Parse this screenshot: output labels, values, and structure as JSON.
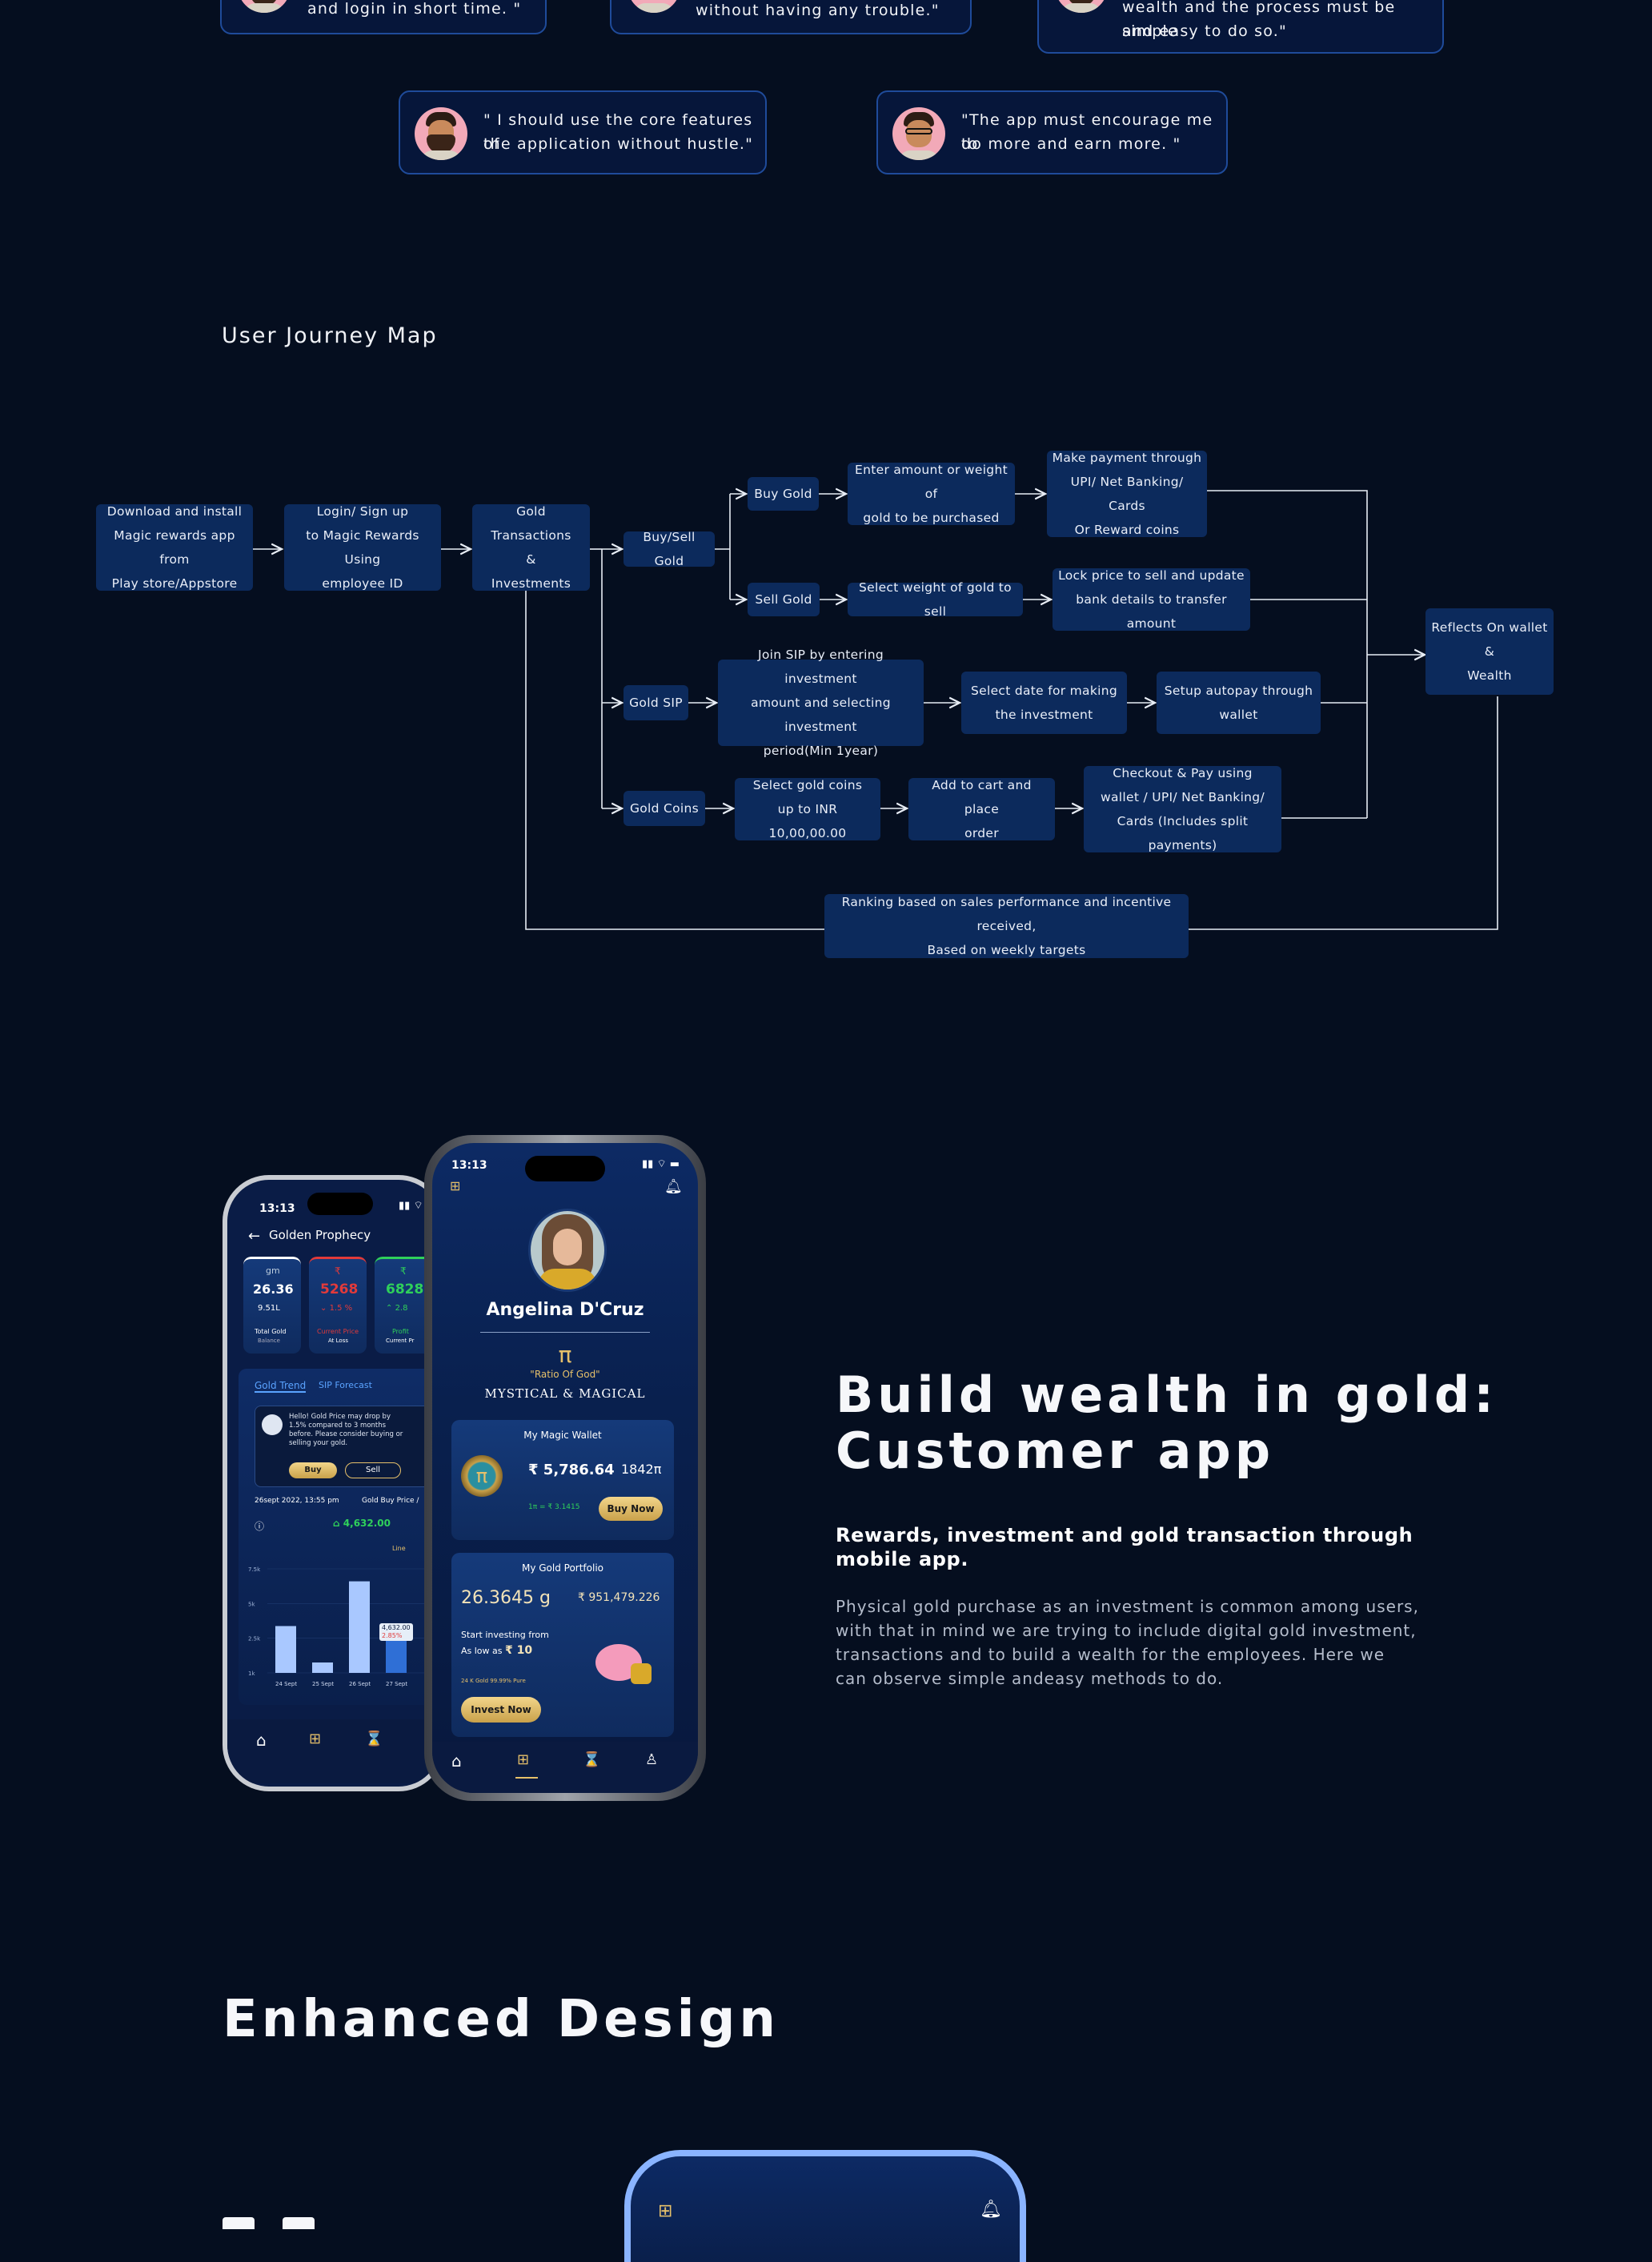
{
  "testimonials": [
    {
      "text": "and login in short time. \""
    },
    {
      "text": "without having any trouble.\""
    },
    {
      "line1": "wealth and the process must be simple",
      "line2": "and easy to do so.\""
    },
    {
      "line1": "\" I should use the core features of",
      "line2": "the application without hustle.\""
    },
    {
      "line1": "\"The app must encourage me to",
      "line2": "do more and earn more. \""
    }
  ],
  "journey": {
    "title": "User Journey Map",
    "nodes": {
      "download": "Download and install\nMagic rewards app from\nPlay store/Appstore",
      "login": "Login/ Sign up\nto Magic Rewards Using\nemployee ID",
      "gold_tx": "Gold Transactions\n&\nInvestments",
      "buy_sell": "Buy/Sell Gold",
      "buy_gold": "Buy Gold",
      "enter_amount": "Enter amount or weight of\ngold to be purchased",
      "make_payment": "Make payment through\nUPI/ Net Banking/ Cards\nOr Reward coins",
      "sell_gold": "Sell Gold",
      "select_weight": "Select weight of gold to sell",
      "lock_price": "Lock price to sell and  update\nbank details to transfer amount",
      "gold_sip": "Gold SIP",
      "join_sip": "Join SIP by entering investment\namount and selecting investment\nperiod(Min 1year)",
      "select_date": "Select date for making\nthe investment",
      "setup_autopay": "Setup autopay through\nwallet",
      "gold_coins": "Gold  Coins",
      "select_coins": "Select gold coins\nup to INR 10,00,00.00",
      "add_cart": "Add to cart and place\norder",
      "checkout": "Checkout & Pay using\nwallet / UPI/ Net Banking/\nCards (Includes split payments)",
      "reflects": "Reflects On wallet\n&\nWealth",
      "ranking": "Ranking based on  sales performance and incentive received,\nBased on weekly targets"
    }
  },
  "phone_back": {
    "time": "13:13",
    "title": "Golden Prophecy",
    "stat1_unit": "gm",
    "stat1_value": "26.36",
    "stat1_sub": "9.51L",
    "stat1_label": "Total Gold",
    "stat1_label2": "Balance",
    "stat2_unit": "₹",
    "stat2_value": "5268",
    "stat2_change": "1.5 %",
    "stat2_label": "Current Price",
    "stat2_label2": "At Loss",
    "stat3_unit": "₹",
    "stat3_value": "6828",
    "stat3_change": "2.8",
    "stat3_label": "Profit",
    "stat3_label2": "Current Pr",
    "tab1": "Gold Trend",
    "tab2": "SIP Forecast",
    "alert_text": "Hello! Gold Price may drop by 1.5% compared to 3 months before. Please consider buying or selling your gold.",
    "buy": "Buy",
    "sell": "Sell",
    "date": "26sept 2022, 13:55 pm",
    "price_label": "Gold Buy Price /",
    "price_value": "4,632.00",
    "legend": "Line",
    "y_ticks": [
      "7.5k",
      "5k",
      "2.5k",
      "1k"
    ],
    "x_ticks": [
      "24 Sept",
      "25 Sept",
      "26 Sept",
      "27 Sept"
    ],
    "tooltip1": "4,632.00",
    "tooltip2": "2.85%",
    "chart_values": [
      0.45,
      0.1,
      0.88,
      0.35
    ]
  },
  "phone_front": {
    "time": "13:13",
    "name": "Angelina D'Cruz",
    "pi": "π",
    "tagline": "\"Ratio Of God\"",
    "motto": "MYSTICAL & MAGICAL",
    "wallet_title": "My Magic Wallet",
    "wallet_amount": "₹ 5,786.64",
    "wallet_coins": "1842π",
    "wallet_rate": "1π = ₹ 3.1415",
    "buy_now": "Buy Now",
    "portfolio_title": "My Gold Portfolio",
    "portfolio_weight": "26.3645 g",
    "portfolio_value": "₹ 951,479.226",
    "start_investing": "Start investing from",
    "as_low_as": "As low as",
    "min_amount": "₹ 10",
    "purity": "24 K Gold 99.99% Pure",
    "invest_now": "Invest Now"
  },
  "hero": {
    "title_line1": "Build wealth in gold:",
    "title_line2": "Customer app",
    "subtitle_line1": "Rewards, investment and  gold transaction through",
    "subtitle_line2": "mobile app.",
    "body": [
      "Physical gold purchase as an investment is common among users,",
      "with that in mind we are trying to include digital gold investment,",
      "transactions and to build a wealth for the employees. Here we",
      "can observe simple andeasy methods to do."
    ]
  },
  "enhanced": {
    "title": "Enhanced Design"
  },
  "colors": {
    "background": "#050e1f",
    "node": "#0c2a5c",
    "bubble_border": "#1f4b9a",
    "gold": "#e6c06a",
    "loss": "#e23a3a",
    "profit": "#2fd05a"
  }
}
